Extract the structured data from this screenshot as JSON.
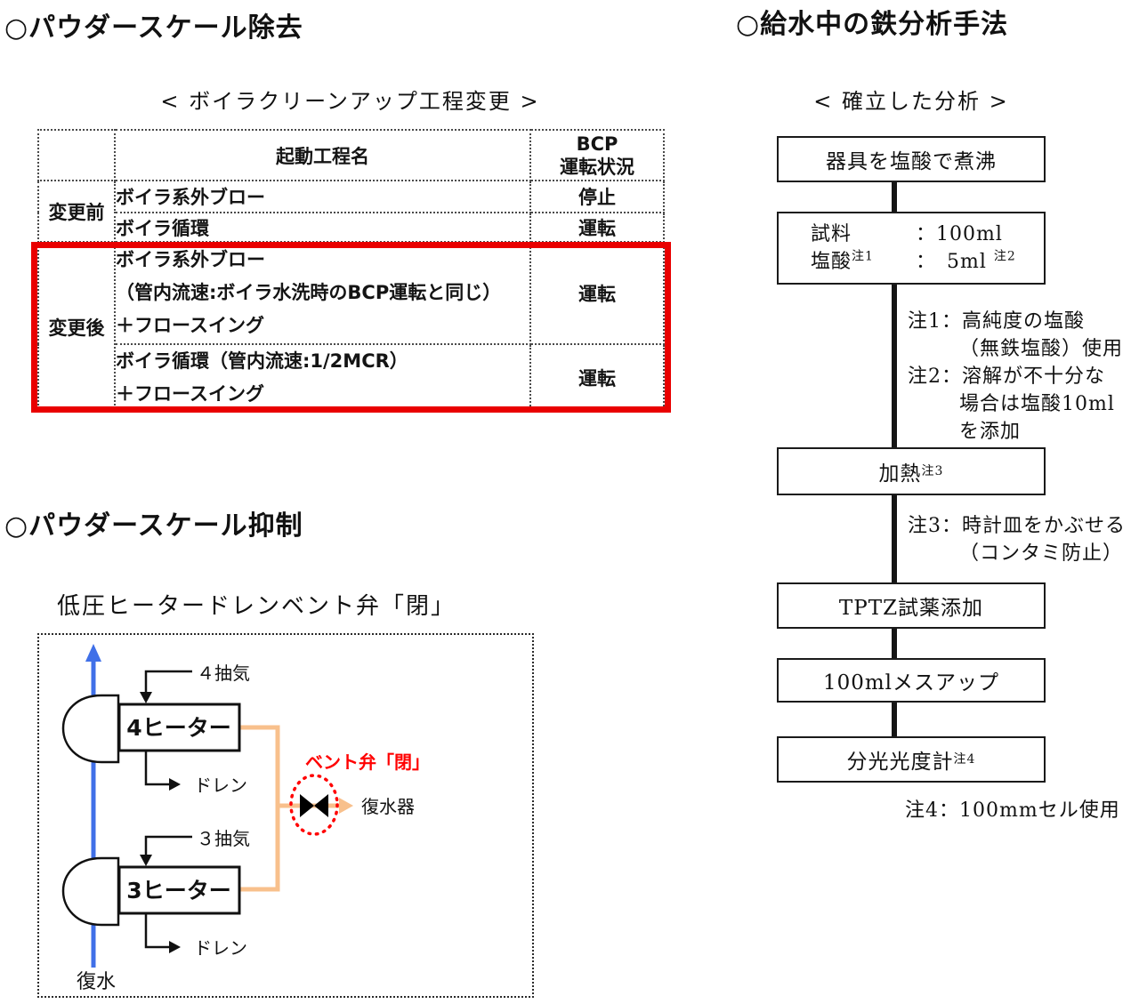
{
  "left": {
    "title_removal": "○パウダースケール除去",
    "table_caption": "< ボイラクリーンアップ工程変更 >",
    "table": {
      "header_process": "起動工程名",
      "header_bcp_line1": "BCP",
      "header_bcp_line2": "運転状況",
      "before_label": "変更前",
      "after_label": "変更後",
      "before_rows": [
        {
          "process": "ボイラ系外ブロー",
          "status": "停止"
        },
        {
          "process": "ボイラ循環",
          "status": "運転"
        }
      ],
      "after_rows": [
        {
          "line1": "ボイラ系外ブロー",
          "line2": "（管内流速:ボイラ水洗時のBCP運転と同じ）",
          "line3": "＋フロースイング",
          "status": "運転"
        },
        {
          "line1": "ボイラ循環（管内流速:1/2MCR）",
          "line2": "＋フロースイング",
          "status": "運転"
        }
      ]
    },
    "title_suppression": "○パウダースケール抑制",
    "diagram_caption": "低圧ヒータードレンベント弁「閉」",
    "diagram": {
      "heater4_label": "4ヒーター",
      "heater3_label": "3ヒーター",
      "extraction4_label": "４抽気",
      "extraction3_label": "３抽気",
      "drain4_label": "ドレン",
      "drain3_label": "ドレン",
      "vent_valve_label": "ベント弁「閉」",
      "condenser_label": "復水器",
      "condensate_label": "復水"
    }
  },
  "right": {
    "title_analysis": "○給水中の鉄分析手法",
    "flow_caption": "< 確立した分析 >",
    "steps": {
      "step1": "器具を塩酸で煮沸",
      "step2_l1_label": "試料",
      "step2_l1_value": "：100ml",
      "step2_l2_label": "塩酸",
      "step2_l2_sup": "注1",
      "step2_l2_value": "：　5ml ",
      "step2_l2_sup2": "注2",
      "step3": "加熱",
      "step3_sup": "注3",
      "step4": "TPTZ試薬添加",
      "step5": "100mlメスアップ",
      "step6": "分光光度計",
      "step6_sup": "注4"
    },
    "notes": {
      "n1_line1": "注1：高純度の塩酸",
      "n1_line2": "（無鉄塩酸）使用",
      "n2_line1": "注2：溶解が不十分な",
      "n2_line2": "場合は塩酸10ml",
      "n2_line3": "を添加",
      "n3_line1": "注3：時計皿をかぶせる",
      "n3_line2": "（コンタミ防止）",
      "n4_line1": "注4：100mmセル使用"
    }
  },
  "colors": {
    "highlight_red_box": "#e90000",
    "vent_label_red": "#ff0000",
    "valve_circle_red": "#ff0000",
    "orange_pipe": "#f8c08c",
    "blue_condensate_line": "#4070e8",
    "box_border_black": "#1a1a1a"
  }
}
